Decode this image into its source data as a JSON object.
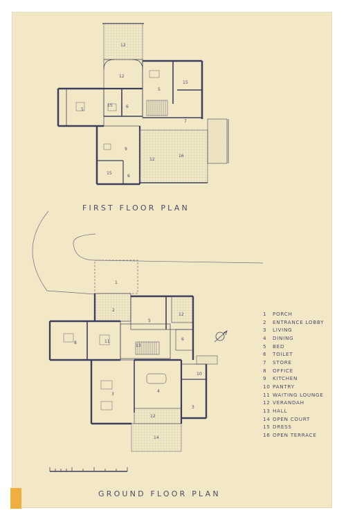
{
  "drawing": {
    "first_floor_title": "FIRST FLOOR PLAN",
    "ground_floor_title": "GROUND FLOOR PLAN",
    "legend": [
      {
        "num": "1",
        "label": "PORCH"
      },
      {
        "num": "2",
        "label": "ENTRANCE LOBBY"
      },
      {
        "num": "3",
        "label": "LIVING"
      },
      {
        "num": "4",
        "label": "DINING"
      },
      {
        "num": "5",
        "label": "BED"
      },
      {
        "num": "6",
        "label": "TOILET"
      },
      {
        "num": "7",
        "label": "STORE"
      },
      {
        "num": "8",
        "label": "OFFICE"
      },
      {
        "num": "9",
        "label": "KITCHEN"
      },
      {
        "num": "10",
        "label": "PANTRY"
      },
      {
        "num": "11",
        "label": "WAITING LOUNGE"
      },
      {
        "num": "12",
        "label": "VERANDAH"
      },
      {
        "num": "13",
        "label": "HALL"
      },
      {
        "num": "14",
        "label": "OPEN COURT"
      },
      {
        "num": "15",
        "label": "DRESS"
      },
      {
        "num": "16",
        "label": "OPEN TERRACE"
      }
    ],
    "first_floor_room_numbers": [
      "12",
      "12",
      "5",
      "15",
      "6",
      "15",
      "5",
      "7",
      "9",
      "15",
      "12",
      "16",
      "6"
    ],
    "ground_floor_room_numbers": [
      "1",
      "2",
      "5",
      "12",
      "8",
      "11",
      "6",
      "13",
      "10",
      "3",
      "4",
      "12",
      "3",
      "14"
    ]
  },
  "colors": {
    "paper": "#f3e8c6",
    "ink": "#3d3d5c",
    "tape": "#f0a72e"
  }
}
